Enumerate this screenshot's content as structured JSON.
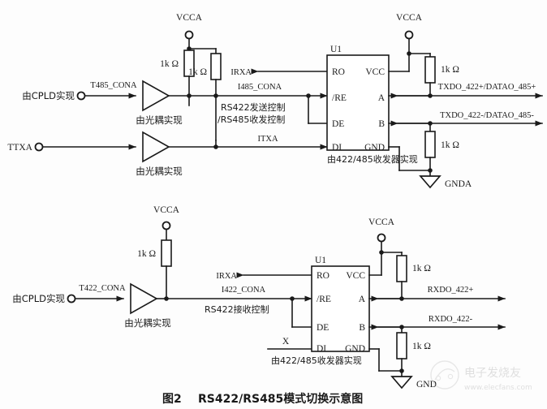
{
  "figure": {
    "caption_number": "图2",
    "caption_title": "RS422/RS485模式切换示意图"
  },
  "watermark": {
    "brand": "电子发烧友",
    "url": "www.elecfans.com"
  },
  "common": {
    "resistor_value": "1k Ω",
    "supply": "VCCA",
    "ground": "GNDA",
    "chip_ref": "U1",
    "pin_ro": "RO",
    "pin_re": "/RE",
    "pin_de": "DE",
    "pin_di": "DI",
    "pin_vcc": "VCC",
    "pin_a": "A",
    "pin_b": "B",
    "pin_gnd": "GND",
    "note_optocoupler": "由光耦实现",
    "note_cpld": "由CPLD实现",
    "note_transceiver": "由422/485收发器实现"
  },
  "top_circuit": {
    "supply_label": "VCCA",
    "supply_label_right": "VCCA",
    "resistor_left": "1k Ω",
    "resistor_mid": "1k Ω",
    "resistor_right_top": "1k Ω",
    "resistor_right_bottom": "1k Ω",
    "input_cpld_label": "由CPLD实现",
    "signal_t485": "T485_CONA",
    "signal_ttxa": "TTXA",
    "buffer1_note": "由光耦实现",
    "buffer2_note": "由光耦实现",
    "signal_irxa": "IRXA",
    "signal_i485": "I485_CONA",
    "control_note_line1": "RS422发送控制",
    "control_note_line2": "/RS485收发控制",
    "signal_itxa": "ITXA",
    "chip_ref": "U1",
    "chip_note": "由422/485收发器实现",
    "out_a": "TXDO_422+/DATAO_485+",
    "out_b": "TXDO_422-/DATAO_485-",
    "ground_label": "GNDA"
  },
  "bottom_circuit": {
    "supply_label": "VCCA",
    "supply_label_right": "VCCA",
    "resistor_left": "1k Ω",
    "resistor_right_top": "1k Ω",
    "resistor_right_bottom": "1k Ω",
    "input_cpld_label": "由CPLD实现",
    "signal_t422": "T422_CONA",
    "buffer_note": "由光耦实现",
    "signal_irxa": "IRXA",
    "signal_i422": "I422_CONA",
    "control_note": "RS422接收控制",
    "signal_di": "X",
    "chip_ref": "U1",
    "chip_note": "由422/485收发器实现",
    "out_a": "RXDO_422+",
    "out_b": "RXDO_422-",
    "ground_label": "GND"
  }
}
